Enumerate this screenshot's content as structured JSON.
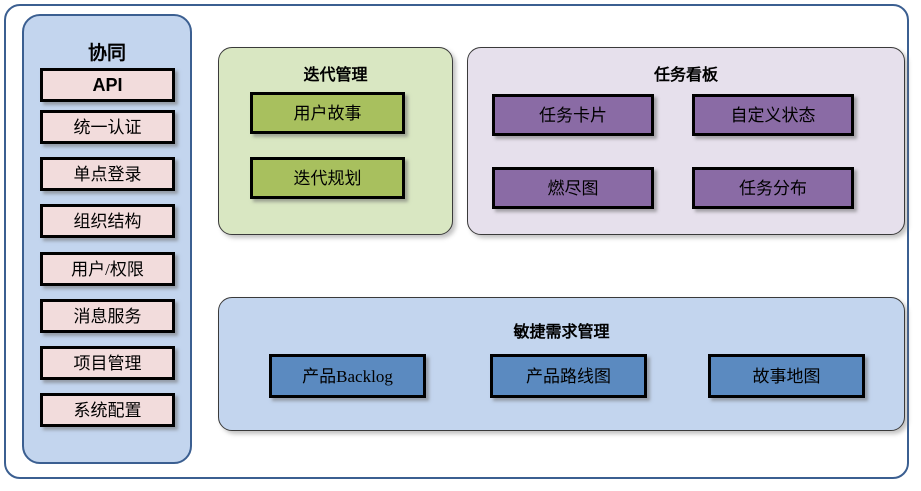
{
  "diagram": {
    "title_font_note": "",
    "colors": {
      "frame_border": "#3b5f91",
      "sidebar_bg": "#c3d5ee",
      "sidebar_box": "#f2dcdc",
      "iteration_bg": "#d9e7c2",
      "iteration_box": "#a8c05e",
      "taskboard_bg": "#e6e0ec",
      "taskboard_box": "#8a6ba5",
      "agile_bg": "#c3d5ee",
      "agile_box": "#5b8ac0",
      "box_border": "#000000"
    }
  },
  "sidebar": {
    "title": "协同",
    "items": [
      {
        "label": "API"
      },
      {
        "label": "统一认证"
      },
      {
        "label": "单点登录"
      },
      {
        "label": "组织结构"
      },
      {
        "label": "用户/权限"
      },
      {
        "label": "消息服务"
      },
      {
        "label": "项目管理"
      },
      {
        "label": "系统配置"
      }
    ]
  },
  "iteration": {
    "title": "迭代管理",
    "items": [
      {
        "label": "用户故事"
      },
      {
        "label": "迭代规划"
      }
    ]
  },
  "taskboard": {
    "title": "任务看板",
    "items": [
      {
        "label": "任务卡片"
      },
      {
        "label": "自定义状态"
      },
      {
        "label": "燃尽图"
      },
      {
        "label": "任务分布"
      }
    ]
  },
  "agile": {
    "title": "敏捷需求管理",
    "items": [
      {
        "label": "产品Backlog"
      },
      {
        "label": "产品路线图"
      },
      {
        "label": "故事地图"
      }
    ]
  }
}
